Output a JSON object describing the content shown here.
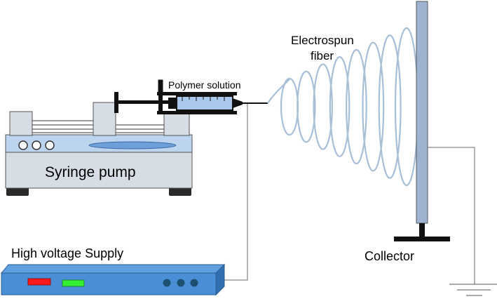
{
  "labels": {
    "fiber_line1": "Electrospun",
    "fiber_line2": "fiber",
    "polymer": "Polymer solution",
    "pump": "Syringe pump",
    "supply": "High voltage Supply",
    "collector": "Collector"
  },
  "colors": {
    "pump_body": "#d7dde4",
    "pump_top": "#bcd4ee",
    "pump_window": "#6f9fd8",
    "syringe_fill": "#a9c8ec",
    "fiber": "#a8bfd8",
    "supply_body": "#4a8fd6",
    "supply_red": "#ff1a1a",
    "supply_green": "#33ee33",
    "supply_knob": "#1e4f6e",
    "collector_plate": "#9db3cf",
    "wire": "#6b6b6b"
  },
  "fiber_loops": 8
}
